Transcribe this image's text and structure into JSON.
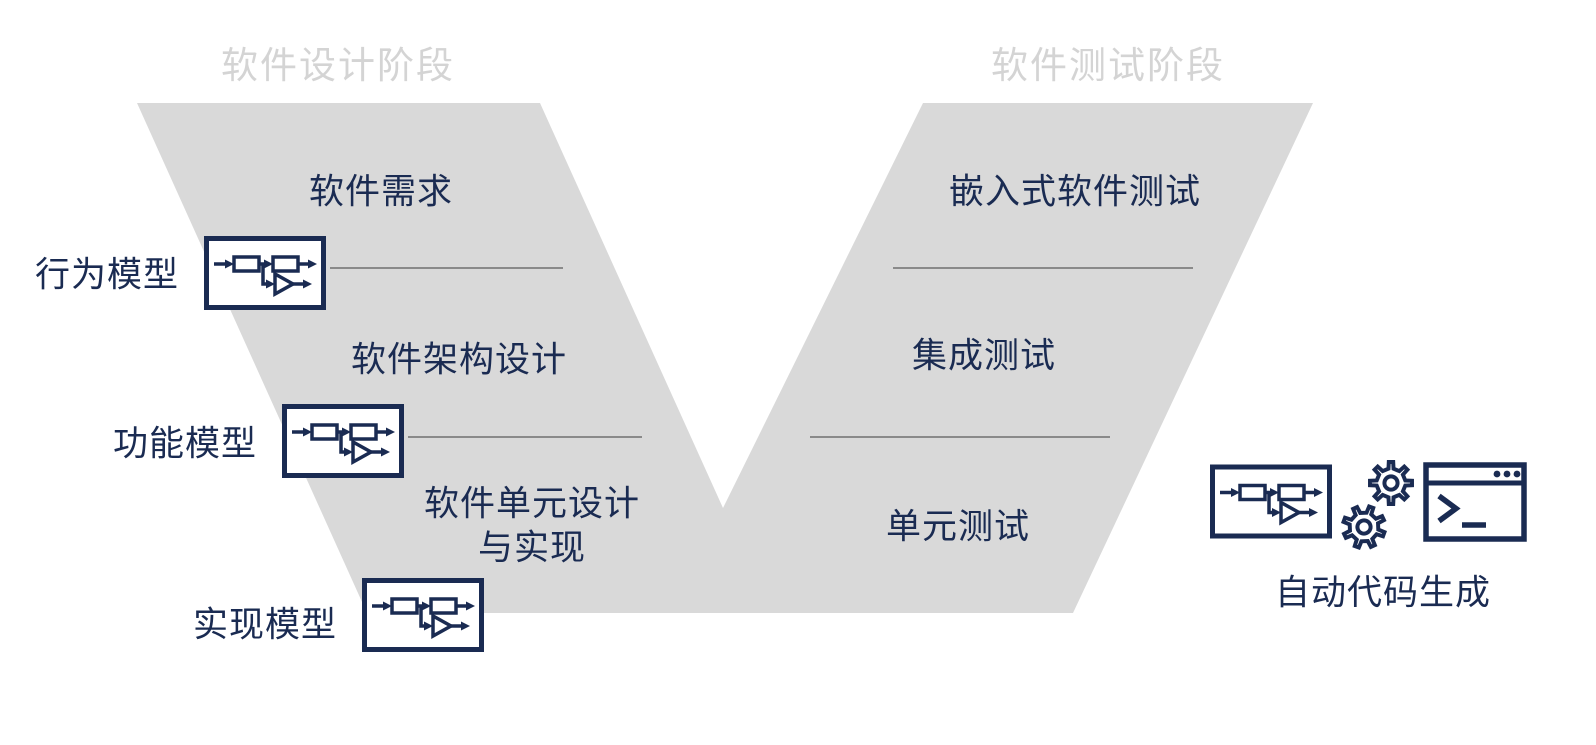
{
  "diagram": {
    "type": "v-model-development-process",
    "phase_titles": {
      "design": "软件设计阶段",
      "testing": "软件测试阶段"
    },
    "design_steps": [
      {
        "label": "软件需求"
      },
      {
        "label": "软件架构设计"
      },
      {
        "line1": "软件单元设计",
        "line2": "与实现"
      }
    ],
    "testing_steps": [
      {
        "label": "嵌入式软件测试"
      },
      {
        "label": "集成测试"
      },
      {
        "label": "单元测试"
      }
    ],
    "model_labels": [
      {
        "label": "行为模型"
      },
      {
        "label": "功能模型"
      },
      {
        "label": "实现模型"
      }
    ],
    "codegen": {
      "label": "自动代码生成"
    },
    "icons": {
      "model": "block-diagram-model-icon",
      "gears": "gears-icon",
      "terminal": "code-terminal-icon"
    },
    "colors": {
      "navy": "#1a2b52",
      "v_shape_fill": "#d9d9d9",
      "phase_title_gray": "#d4d4d4",
      "connector_line_gray": "#8a8a8a"
    }
  }
}
